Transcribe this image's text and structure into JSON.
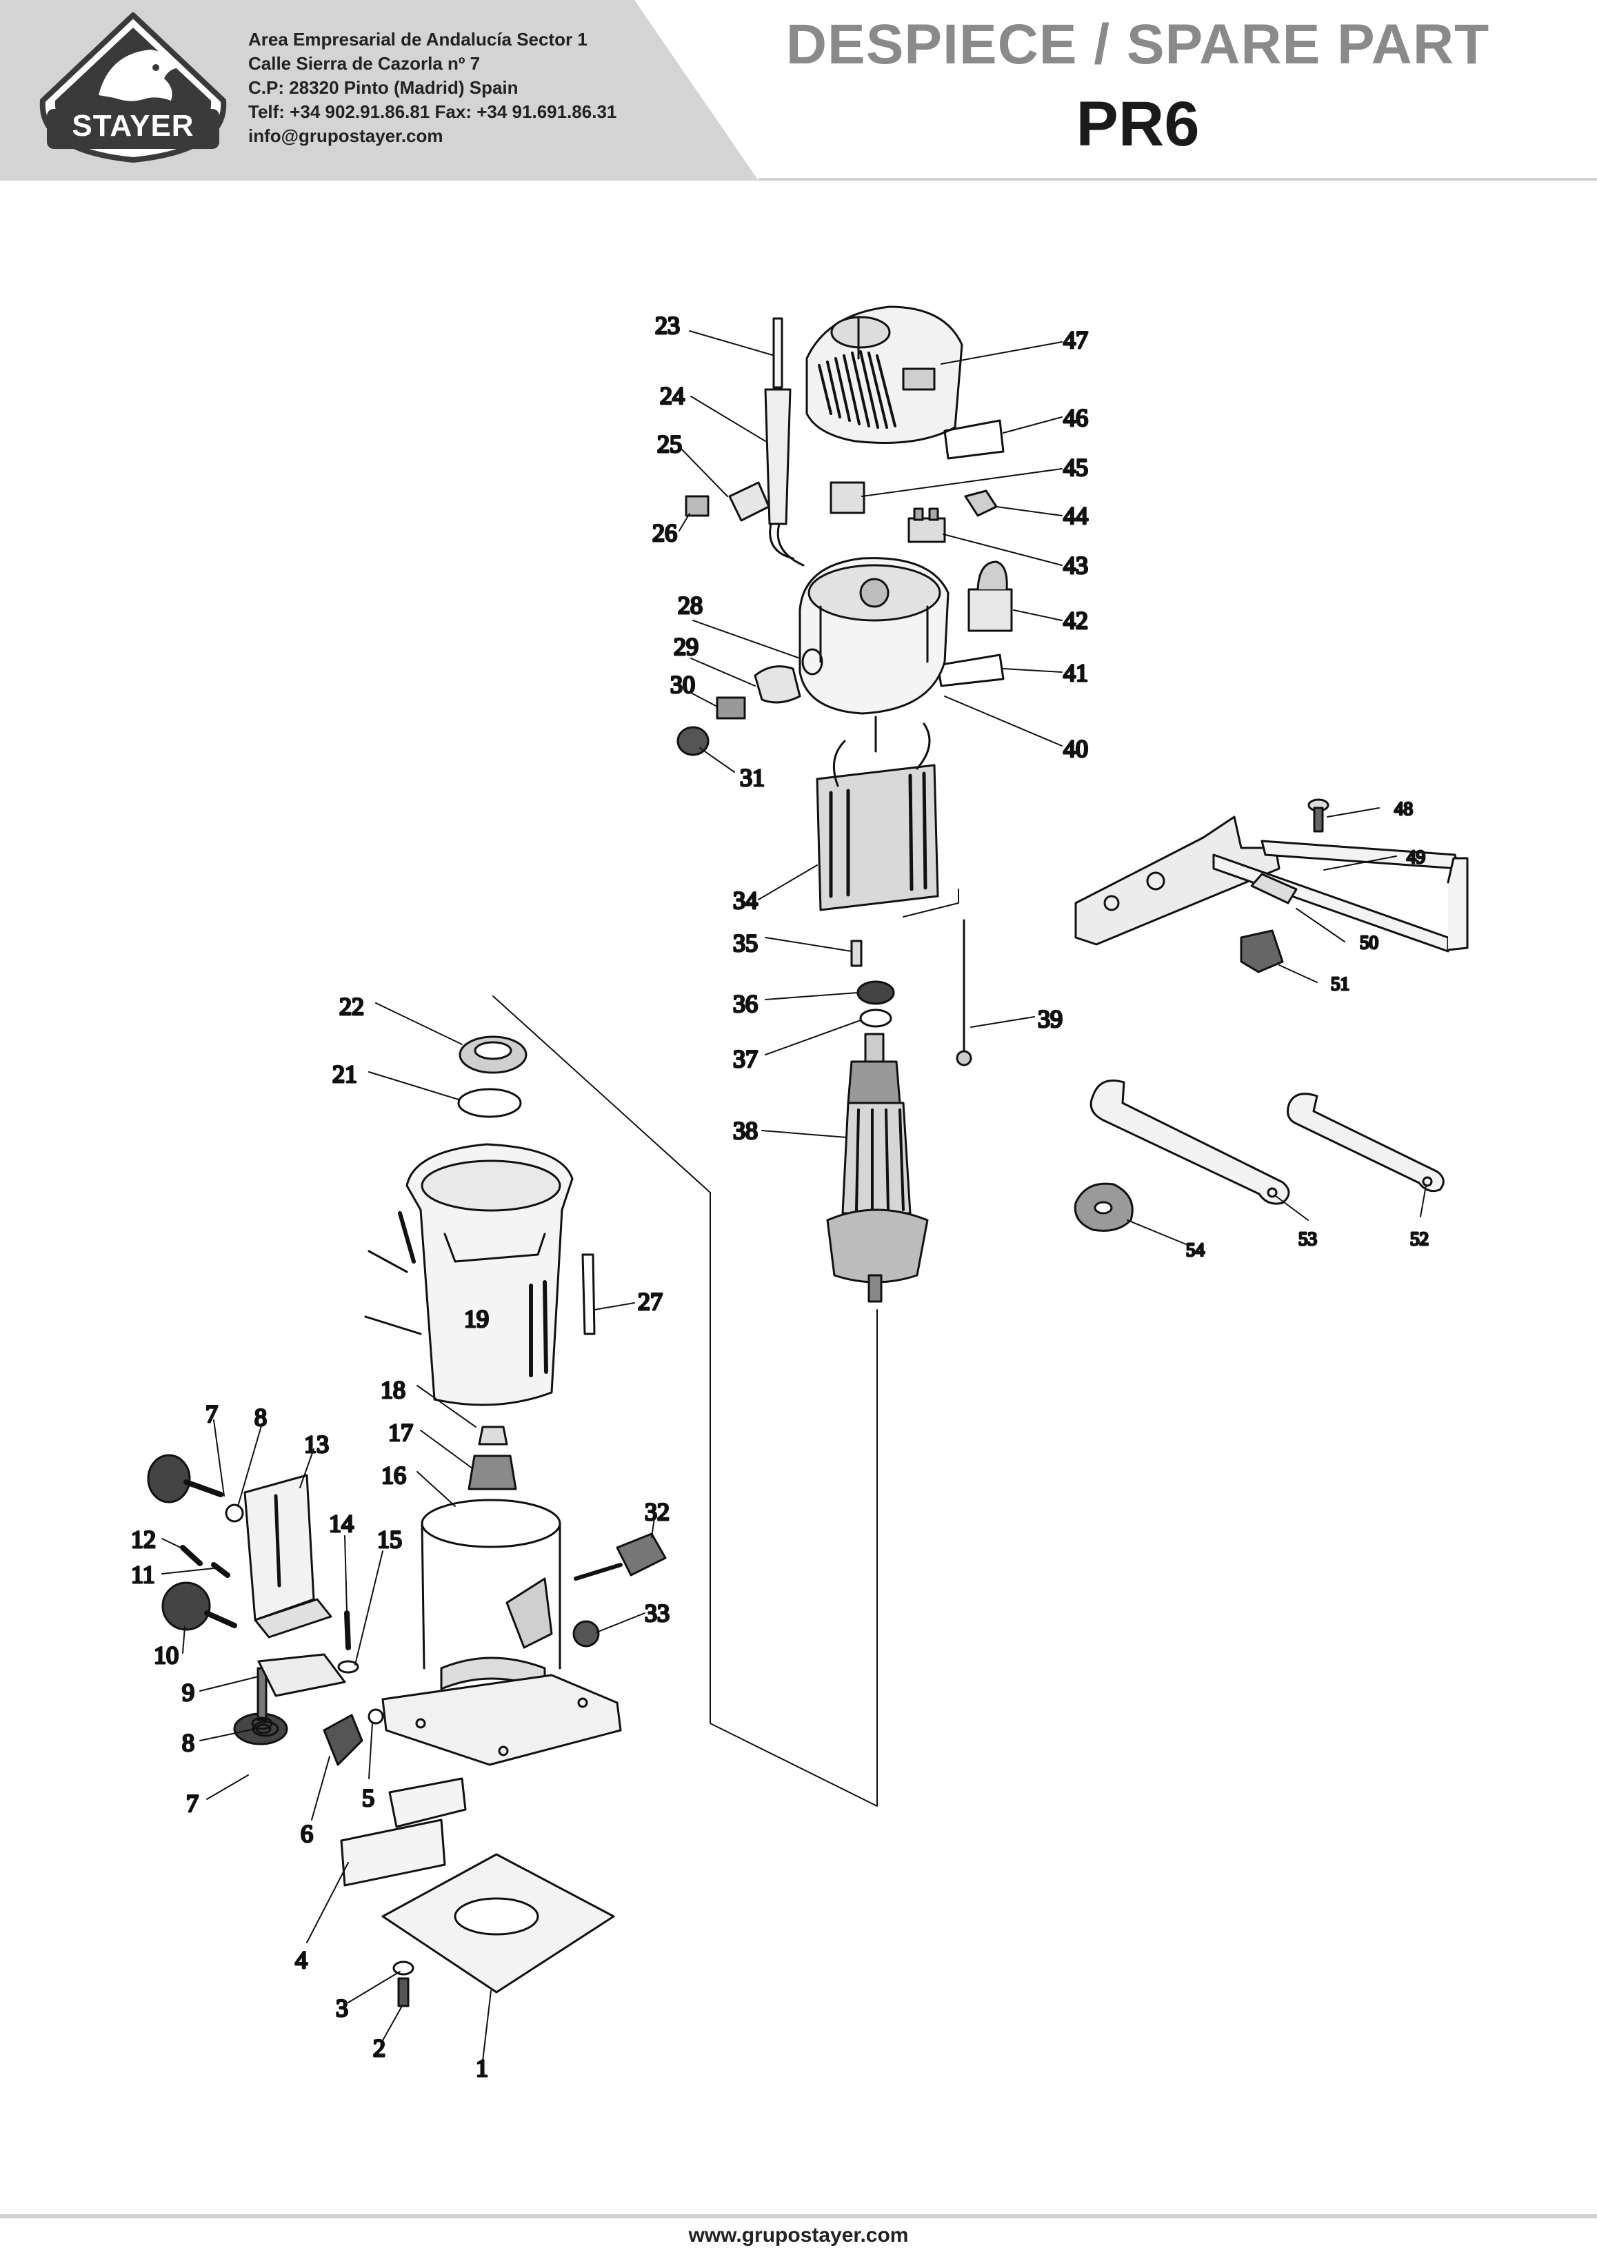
{
  "header": {
    "logo_text": "STAYER",
    "company_lines": [
      "Area Empresarial de Andalucía Sector 1",
      "Calle Sierra de Cazorla nº 7",
      "C.P: 28320 Pinto (Madrid) Spain",
      "Telf: +34 902.91.86.81 Fax: +34 91.691.86.31",
      "info@grupostayer.com"
    ],
    "title": "DESPIECE / SPARE PART",
    "model": "PR6"
  },
  "diagram": {
    "part_labels": [
      "1",
      "2",
      "3",
      "4",
      "5",
      "6",
      "7",
      "7",
      "8",
      "8",
      "9",
      "10",
      "11",
      "12",
      "13",
      "14",
      "15",
      "16",
      "17",
      "18",
      "19",
      "21",
      "22",
      "23",
      "24",
      "25",
      "26",
      "27",
      "28",
      "29",
      "30",
      "31",
      "32",
      "33",
      "34",
      "35",
      "36",
      "37",
      "38",
      "39",
      "40",
      "41",
      "42",
      "43",
      "44",
      "45",
      "46",
      "47",
      "48",
      "49",
      "50",
      "51",
      "52",
      "53",
      "54"
    ]
  },
  "footer": {
    "url": "www.grupostayer.com"
  },
  "colors": {
    "header_band": "#d4d4d4",
    "title_gray": "#8a8a8a",
    "logo_dark": "#3a3a3a",
    "line_art": "#111111"
  }
}
